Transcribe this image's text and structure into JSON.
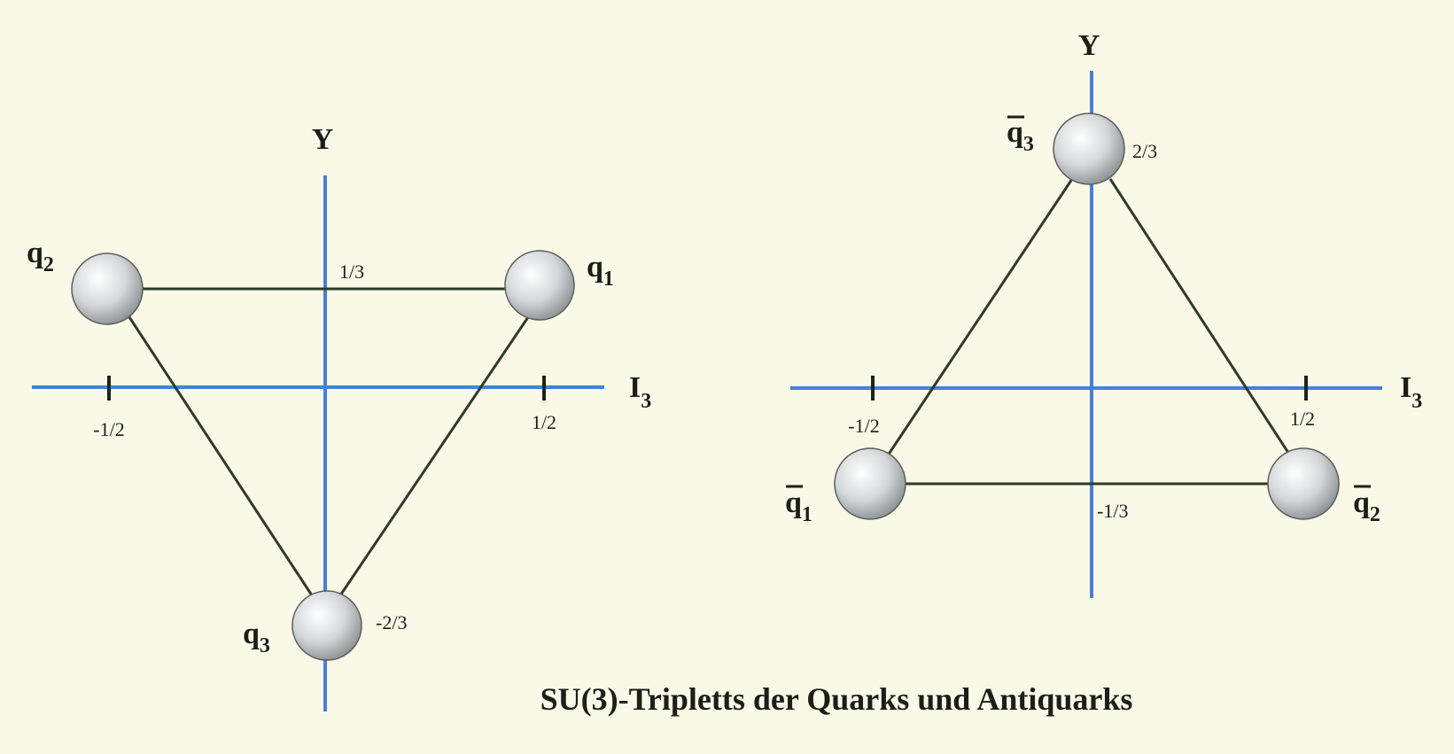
{
  "caption": "SU(3)-Tripletts der Quarks und Antiquarks",
  "colors": {
    "background": "#faf8e6",
    "axis": "#4a7fd6",
    "edge": "#2f3a2a",
    "text": "#1b1f18",
    "sphere_light": "#ffffff",
    "sphere_dark": "#8a8f92"
  },
  "quark_triplet": {
    "y_axis_label": "Y",
    "x_axis_label": "I",
    "x_axis_subscript": "3",
    "x_tick_labels": [
      "-1/2",
      "1/2"
    ],
    "y_value_labels": [
      "1/3",
      "-2/3"
    ],
    "particles": [
      {
        "name": "q",
        "index": "1",
        "i3": 0.5,
        "y": 0.3333,
        "antiparticle": false
      },
      {
        "name": "q",
        "index": "2",
        "i3": -0.5,
        "y": 0.3333,
        "antiparticle": false
      },
      {
        "name": "q",
        "index": "3",
        "i3": 0,
        "y": -0.6667,
        "antiparticle": false
      }
    ]
  },
  "antiquark_triplet": {
    "y_axis_label": "Y",
    "x_axis_label": "I",
    "x_axis_subscript": "3",
    "x_tick_labels": [
      "-1/2",
      "1/2"
    ],
    "y_value_labels": [
      "2/3",
      "-1/3"
    ],
    "particles": [
      {
        "name": "q",
        "index": "1",
        "i3": -0.5,
        "y": -0.3333,
        "antiparticle": true
      },
      {
        "name": "q",
        "index": "2",
        "i3": 0.5,
        "y": -0.3333,
        "antiparticle": true
      },
      {
        "name": "q",
        "index": "3",
        "i3": 0,
        "y": 0.6667,
        "antiparticle": true
      }
    ]
  }
}
